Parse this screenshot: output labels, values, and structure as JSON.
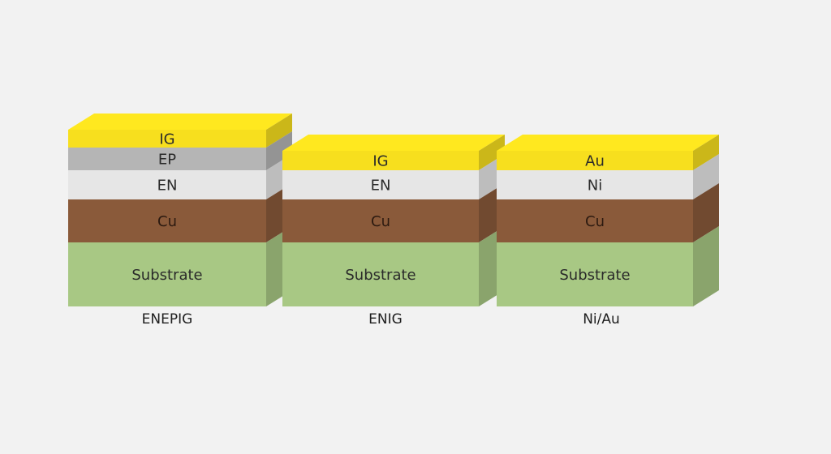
{
  "colors": {
    "background": "#f2f2f2",
    "gold": "#f7df1e",
    "palladium": "#b5b5b5",
    "nickel": "#e6e6e6",
    "copper": "#8a5a3a",
    "substrate": "#a8c884"
  },
  "stacks": [
    {
      "caption": "ENEPIG",
      "layers": [
        {
          "label": "IG",
          "material": "gold"
        },
        {
          "label": "EP",
          "material": "palladium"
        },
        {
          "label": "EN",
          "material": "nickel"
        },
        {
          "label": "Cu",
          "material": "copper"
        },
        {
          "label": "Substrate",
          "material": "substrate"
        }
      ]
    },
    {
      "caption": "ENIG",
      "layers": [
        {
          "label": "IG",
          "material": "gold"
        },
        {
          "label": "EN",
          "material": "nickel"
        },
        {
          "label": "Cu",
          "material": "copper"
        },
        {
          "label": "Substrate",
          "material": "substrate"
        }
      ]
    },
    {
      "caption": "Ni/Au",
      "layers": [
        {
          "label": "Au",
          "material": "gold"
        },
        {
          "label": "Ni",
          "material": "nickel"
        },
        {
          "label": "Cu",
          "material": "copper"
        },
        {
          "label": "Substrate",
          "material": "substrate"
        }
      ]
    }
  ]
}
